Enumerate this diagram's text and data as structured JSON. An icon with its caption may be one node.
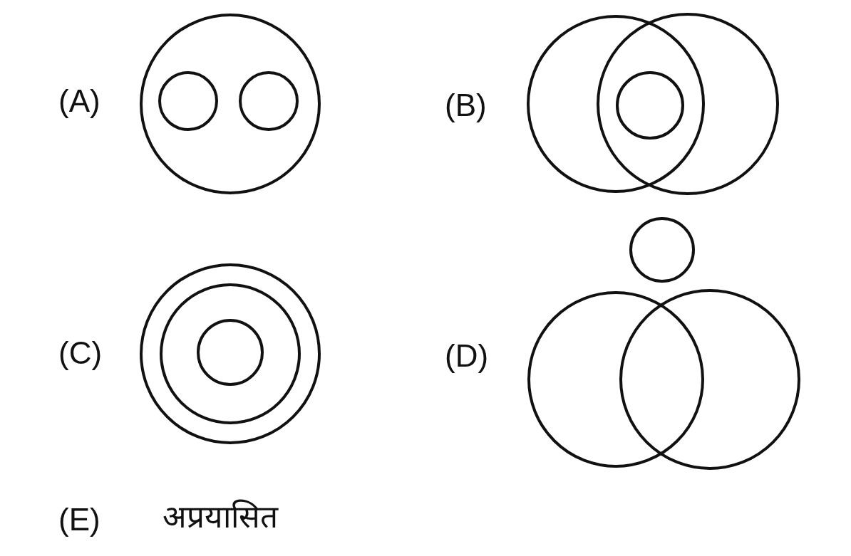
{
  "diagram": {
    "nodes": [
      {
        "text": [],
        "shape": "circle"
      },
      {
        "text": [],
        "shape": "circle",
        "in": 0
      },
      {
        "text": [],
        "shape": "circle",
        "in": 0
      },
      {
        "text": [],
        "shape": "circle"
      },
      {
        "text": [],
        "shape": "circle"
      },
      {
        "text": [],
        "shape": "circle"
      },
      {
        "text": [],
        "shape": "circle"
      },
      {
        "text": [],
        "shape": "circle",
        "in": 6
      },
      {
        "text": [],
        "shape": "circle",
        "in": 7
      },
      {
        "text": [],
        "shape": "circle"
      },
      {
        "text": [],
        "shape": "circle"
      },
      {
        "text": [],
        "shape": "circle"
      }
    ],
    "labels": [
      "(A)",
      "(B)",
      "(C)",
      "(D)",
      "(E)",
      "अप्रयासित"
    ]
  }
}
